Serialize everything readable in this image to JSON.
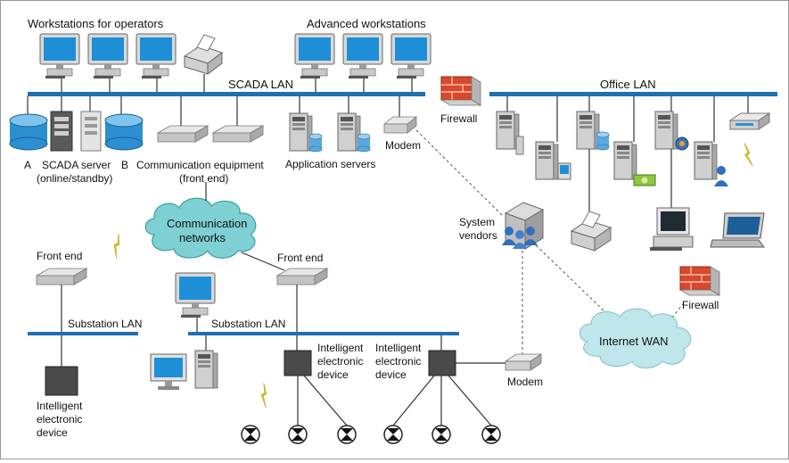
{
  "labels": {
    "workstations_operators": "Workstations for operators",
    "advanced_workstations": "Advanced workstations",
    "scada_lan": "SCADA LAN",
    "office_lan": "Office LAN",
    "firewall_top": "Firewall",
    "modem_top": "Modem",
    "db_a": "A",
    "scada_server_1": "SCADA server",
    "scada_server_2": "(online/standby)",
    "db_b": "B",
    "comm_equipment_1": "Communication equipment",
    "comm_equipment_2": "(front end)",
    "application_servers": "Application servers",
    "comm_networks_1": "Communication",
    "comm_networks_2": "networks",
    "system_vendors_1": "System",
    "system_vendors_2": "vendors",
    "front_end_left": "Front end",
    "front_end_right": "Front end",
    "substation_lan_left": "Substation LAN",
    "substation_lan_right": "Substation LAN",
    "firewall_right": "Firewall",
    "internet_wan": "Internet WAN",
    "ied_1": "Intelligent",
    "ied_2": "electronic",
    "ied_3": "device",
    "modem_bottom": "Modem"
  },
  "colors": {
    "lan_bar": "#1e6fb3",
    "cloud": "#7fd0d3",
    "cloud_stroke": "#3a9ea3",
    "wan_cloud": "#bfe6ea",
    "firewall": "#d9482b",
    "monitor_screen": "#1e8fd6",
    "database": "#2d8fd0",
    "ied_box": "#4a4a4a",
    "lightning": "#e9d21c"
  }
}
